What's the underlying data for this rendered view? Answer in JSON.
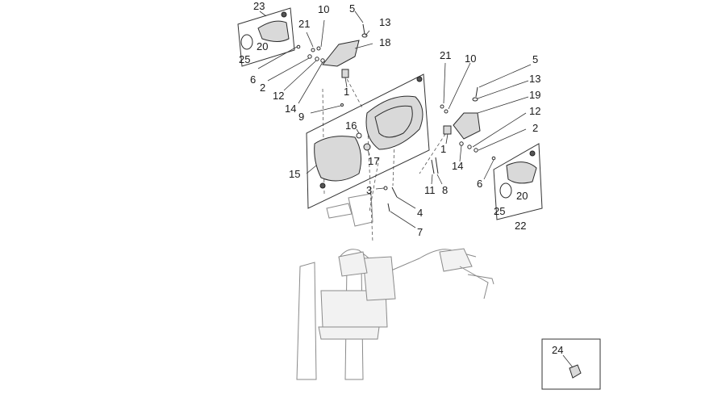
{
  "diagram": {
    "callouts": {
      "c23": "23",
      "c20a": "20",
      "c25a": "25",
      "c21a": "21",
      "c10a": "10",
      "c5a": "5",
      "c13a": "13",
      "c18": "18",
      "c6a": "6",
      "c2a": "2",
      "c12a": "12",
      "c14a": "14",
      "c9": "9",
      "c1a": "1",
      "c21b": "21",
      "c10b": "10",
      "c5b": "5",
      "c13b": "13",
      "c19": "19",
      "c12b": "12",
      "c2b": "2",
      "c1b": "1",
      "c14b": "14",
      "c6b": "6",
      "c20b": "20",
      "c25b": "25",
      "c22": "22",
      "c16": "16",
      "c17": "17",
      "c15": "15",
      "c11": "11",
      "c8": "8",
      "c3": "3",
      "c4": "4",
      "c7": "7",
      "c24": "24"
    }
  }
}
